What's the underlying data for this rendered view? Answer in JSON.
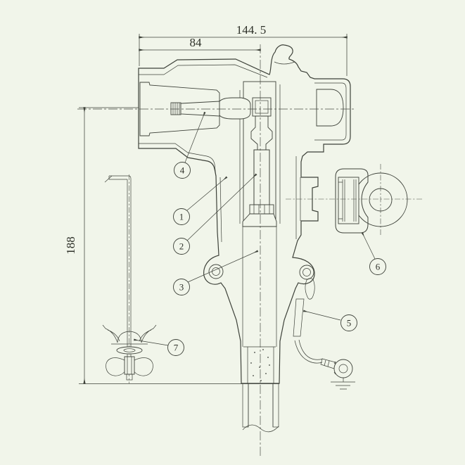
{
  "page": {
    "background": "#f1f5ea"
  },
  "drawing": {
    "dimensions": {
      "overall_width": "144. 5",
      "inner_width": "84",
      "overall_height": "188"
    },
    "callouts": [
      {
        "label": "1",
        "points_to": "outer-shield-layer"
      },
      {
        "label": "2",
        "points_to": "crimp-connector"
      },
      {
        "label": "3",
        "points_to": "cable-insulation"
      },
      {
        "label": "4",
        "points_to": "contact-probe"
      },
      {
        "label": "5",
        "points_to": "grounding-strap"
      },
      {
        "label": "6",
        "points_to": "insulating-cap"
      },
      {
        "label": "7",
        "points_to": "hook-rod-tool"
      }
    ],
    "colors": {
      "line": "#3e423a",
      "hatch": "#8a8f80",
      "background": "#f1f5ea"
    }
  }
}
